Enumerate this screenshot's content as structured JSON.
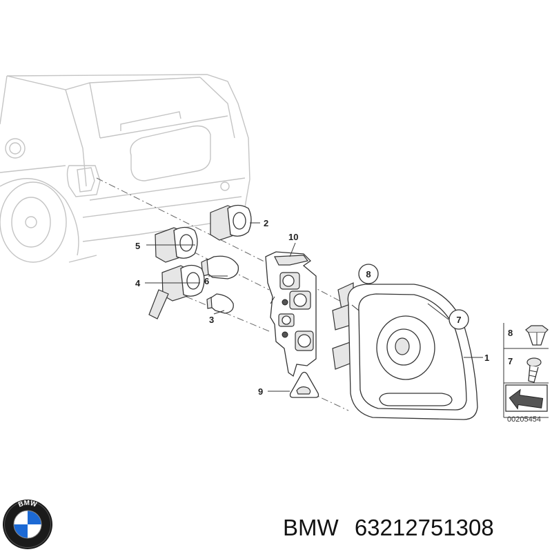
{
  "callouts": {
    "c1": "1",
    "c2": "2",
    "c3": "3",
    "c4": "4",
    "c5": "5",
    "c6": "6",
    "c7": "7",
    "c8": "8",
    "c9": "9",
    "c10": "10"
  },
  "legend": {
    "item8": "8",
    "item7": "7"
  },
  "reference_number": "00205454",
  "part_label": {
    "brand": "BMW",
    "number": "63212751308"
  },
  "logo": {
    "text": "BMW",
    "colors": {
      "blue": "#1c69d4",
      "ring": "#1a1a1a",
      "white": "#ffffff"
    }
  }
}
